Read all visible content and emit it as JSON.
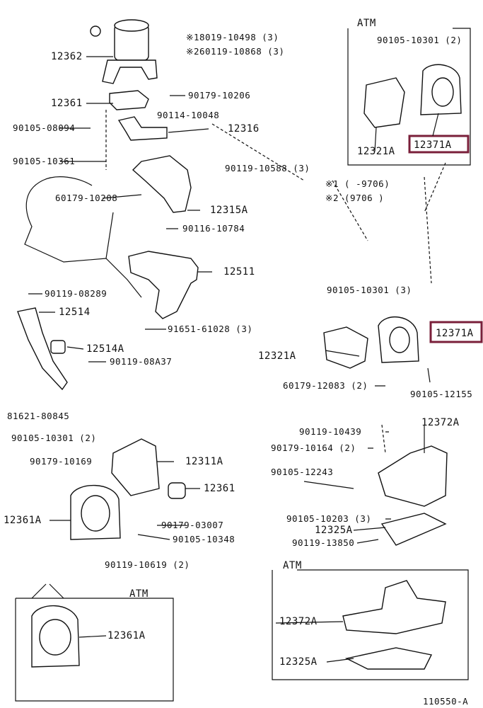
{
  "diagram_id": "110550-A",
  "section_label": "ATM",
  "labels": {
    "p12362": "12362",
    "note1": "※18019-10498 (3)",
    "note2": "※260119-10868 (3)",
    "p12361_top": "12361",
    "p90179_10206": "90179-10206",
    "p90114_10048": "90114-10048",
    "p12316": "12316",
    "p90105_08094": "90105-08094",
    "p90105_10361": "90105-10361",
    "p90119_10588": "90119-10588 (3)",
    "atm_top_bolt": "90105-10301 (2)",
    "atm_top_12321A": "12321A",
    "atm_top_12371A": "12371A",
    "range1": "※1 (    -9706)",
    "range2": "※2 (9706    )",
    "p60179_10208": "60179-10208",
    "p12315A": "12315A",
    "p90116_10784": "90116-10784",
    "p12511": "12511",
    "p90119_08289": "90119-08289",
    "p12514": "12514",
    "p12514A": "12514A",
    "p90119_08A37": "90119-08A37",
    "p91651_61028": "91651-61028 (3)",
    "mid_bolt": "90105-10301 (3)",
    "mid_12371A": "12371A",
    "mid_12321A": "12321A",
    "p60179_12083": "60179-12083 (2)",
    "p90105_12155": "90105-12155",
    "p81621_80845": "81621-80845",
    "left_bolt": "90105-10301 (2)",
    "p12311A": "12311A",
    "p90179_10169": "90179-10169",
    "p12361_mid": "12361",
    "p12361A": "12361A",
    "p90179_03007": "90179-03007",
    "p90105_10348": "90105-10348",
    "p90119_10619": "90119-10619 (2)",
    "atm_left_12361A": "12361A",
    "p90119_10439": "90119-10439",
    "p12372A": "12372A",
    "p90179_10164": "90179-10164 (2)",
    "p90105_12243": "90105-12243",
    "p90105_10203": "90105-10203 (3)",
    "p12325A": "12325A",
    "p90119_13850": "90119-13850",
    "atm_right_12372A": "12372A",
    "atm_right_12325A": "12325A"
  },
  "highlight_color": "#7a1f3a"
}
